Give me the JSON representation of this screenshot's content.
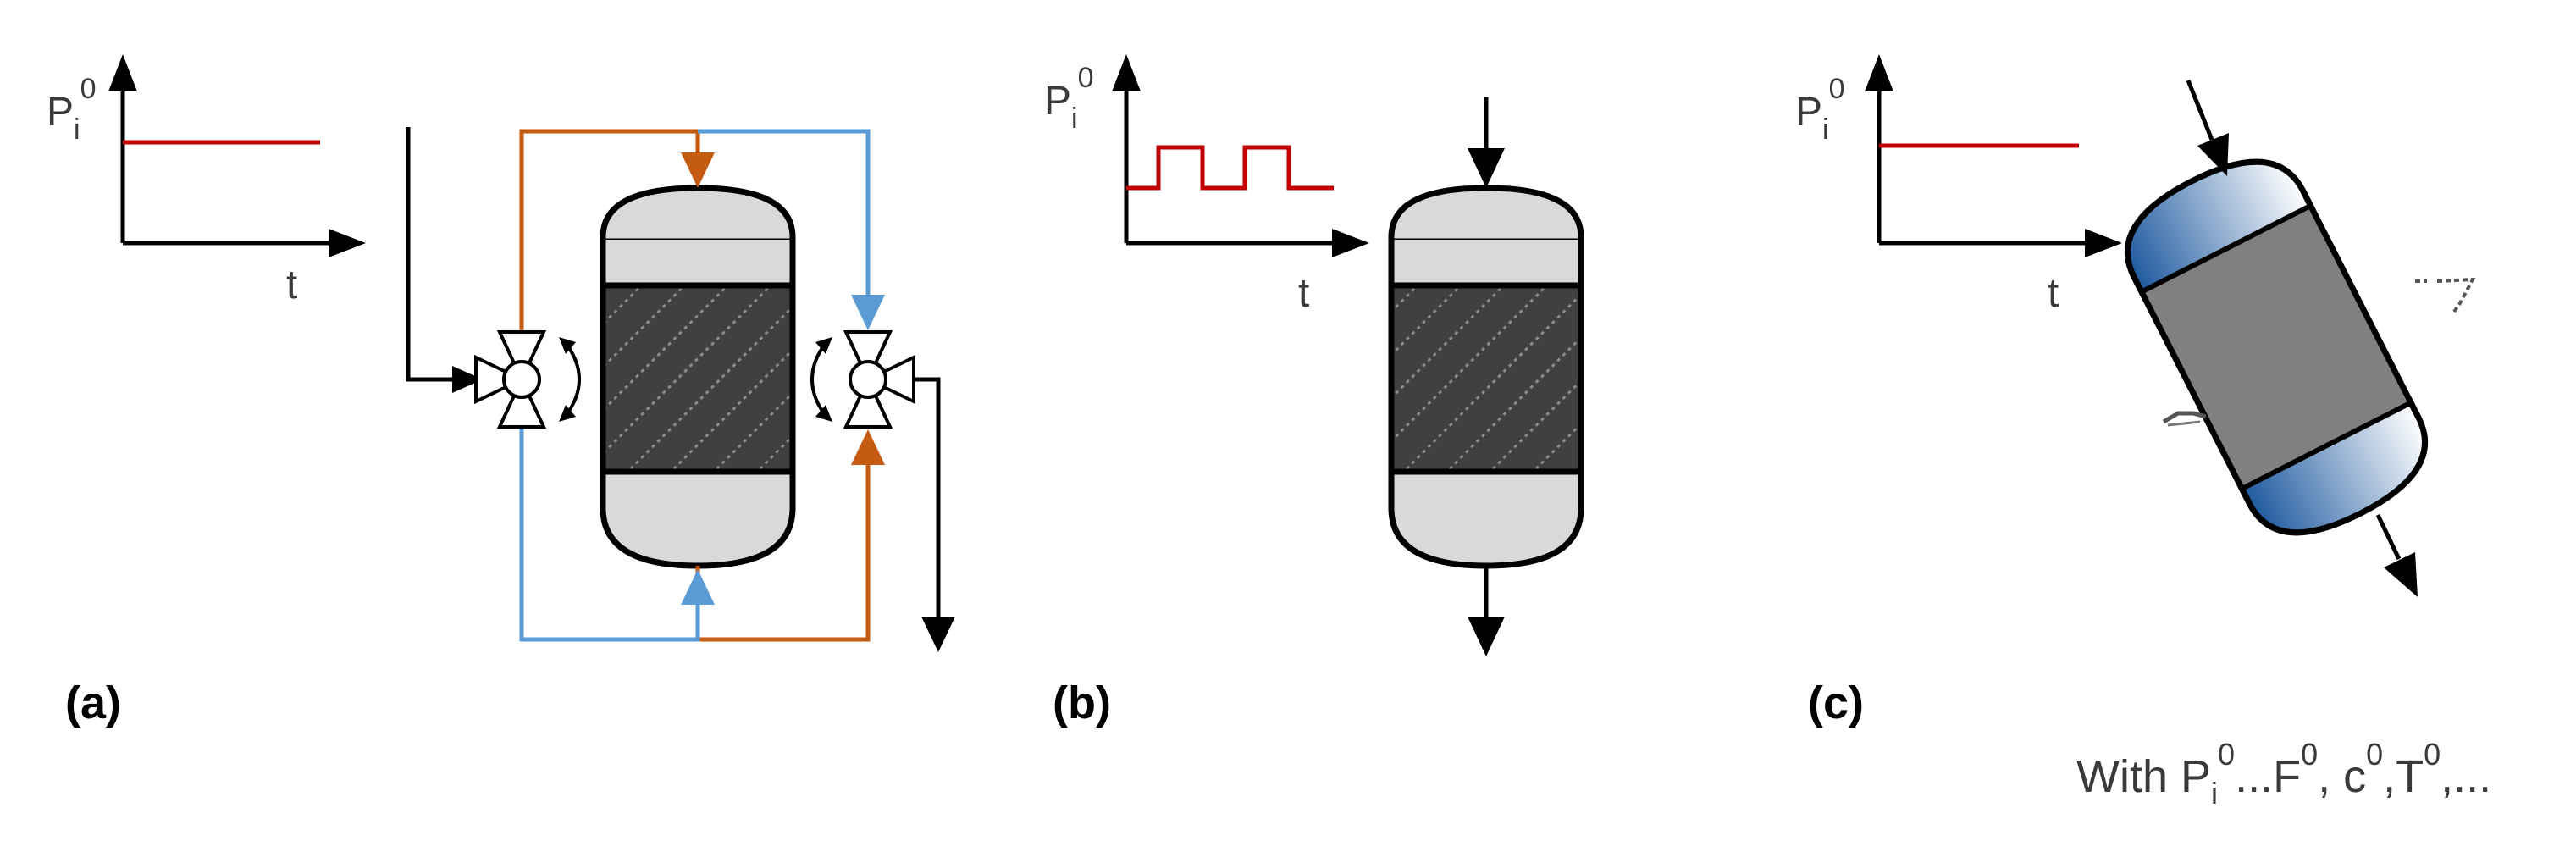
{
  "panels": [
    {
      "label": "(a)",
      "axis": {
        "y_label_main": "P",
        "y_label_sub": "i",
        "y_label_sup": "0",
        "x_label": "t"
      },
      "signal": "constant"
    },
    {
      "label": "(b)",
      "axis": {
        "y_label_main": "P",
        "y_label_sub": "i",
        "y_label_sup": "0",
        "x_label": "t"
      },
      "signal": "square-wave"
    },
    {
      "label": "(c)",
      "axis": {
        "y_label_main": "P",
        "y_label_sub": "i",
        "y_label_sup": "0",
        "x_label": "t"
      },
      "signal": "constant"
    }
  ],
  "footnote": {
    "p1": "With P",
    "sub_i": "i",
    "sup1": "0",
    "p2": "...F",
    "sup2": "0",
    "p3": ", c",
    "sup3": "0",
    "p4": ",T",
    "sup4": "0",
    "p5": ",..."
  },
  "colors": {
    "signal": "#c00000",
    "orange_flow": "#c55a11",
    "blue_flow": "#5b9bd5",
    "vessel_fill": "#d9d9d9",
    "packing_fill": "#404040",
    "stroke": "#000000"
  }
}
